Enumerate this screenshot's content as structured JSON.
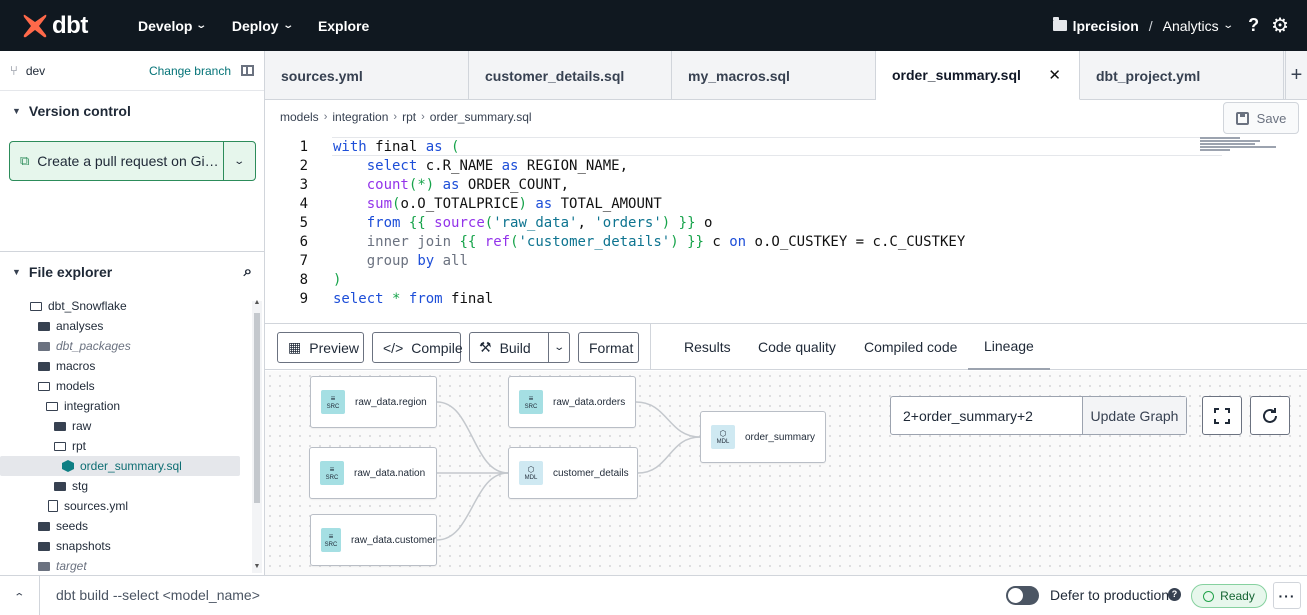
{
  "nav": {
    "logo_text": "dbt",
    "items": [
      {
        "label": "Develop",
        "has_dropdown": true
      },
      {
        "label": "Deploy",
        "has_dropdown": true
      },
      {
        "label": "Explore",
        "has_dropdown": false
      }
    ],
    "project": "lprecision",
    "environment": "Analytics",
    "help": "?",
    "colors": {
      "bg": "#101820",
      "logo": "#ff694a"
    }
  },
  "sidebar": {
    "branch": "dev",
    "change_branch": "Change branch",
    "version_control_title": "Version control",
    "pr_button": "Create a pull request on Gi…",
    "file_explorer_title": "File explorer",
    "tree": [
      {
        "label": "dbt_Snowflake",
        "type": "root",
        "indent": 0
      },
      {
        "label": "analyses",
        "type": "folder",
        "indent": 1
      },
      {
        "label": "dbt_packages",
        "type": "folder-muted",
        "indent": 1
      },
      {
        "label": "macros",
        "type": "folder",
        "indent": 1
      },
      {
        "label": "models",
        "type": "folder-open",
        "indent": 1
      },
      {
        "label": "integration",
        "type": "folder-open",
        "indent": 2
      },
      {
        "label": "raw",
        "type": "folder",
        "indent": 3
      },
      {
        "label": "rpt",
        "type": "folder-open",
        "indent": 3
      },
      {
        "label": "order_summary.sql",
        "type": "model-selected",
        "indent": 4
      },
      {
        "label": "stg",
        "type": "folder",
        "indent": 3
      },
      {
        "label": "sources.yml",
        "type": "file",
        "indent": 2
      },
      {
        "label": "seeds",
        "type": "folder",
        "indent": 1
      },
      {
        "label": "snapshots",
        "type": "folder",
        "indent": 1
      },
      {
        "label": "target",
        "type": "folder-muted",
        "indent": 1
      }
    ]
  },
  "tabs": [
    {
      "label": "sources.yml",
      "active": false
    },
    {
      "label": "customer_details.sql",
      "active": false
    },
    {
      "label": "my_macros.sql",
      "active": false
    },
    {
      "label": "order_summary.sql",
      "active": true
    },
    {
      "label": "dbt_project.yml",
      "active": false
    }
  ],
  "breadcrumb": [
    "models",
    "integration",
    "rpt",
    "order_summary.sql"
  ],
  "save_label": "Save",
  "code": {
    "line_numbers": [
      "1",
      "2",
      "3",
      "4",
      "5",
      "6",
      "7",
      "8",
      "9"
    ],
    "lines": [
      "with final as (",
      "    select c.R_NAME as REGION_NAME,",
      "    count(*) as ORDER_COUNT,",
      "    sum(o.O_TOTALPRICE) as TOTAL_AMOUNT",
      "    from {{ source('raw_data', 'orders') }} o",
      "    inner join {{ ref('customer_details') }} c on o.O_CUSTKEY = c.C_CUSTKEY",
      "    group by all",
      ")",
      "select * from final"
    ]
  },
  "toolbar": {
    "preview": "Preview",
    "compile": "Compile",
    "build": "Build",
    "format": "Format",
    "result_tabs": [
      {
        "label": "Results",
        "active": false
      },
      {
        "label": "Code quality",
        "active": false
      },
      {
        "label": "Compiled code",
        "active": false
      },
      {
        "label": "Lineage",
        "active": true
      }
    ]
  },
  "lineage": {
    "badges": {
      "src": "SRC",
      "mdl": "MDL"
    },
    "nodes": [
      {
        "id": "raw_data.region",
        "label": "raw_data.region",
        "kind": "src"
      },
      {
        "id": "raw_data.nation",
        "label": "raw_data.nation",
        "kind": "src"
      },
      {
        "id": "raw_data.customer",
        "label": "raw_data.customer",
        "kind": "src"
      },
      {
        "id": "raw_data.orders",
        "label": "raw_data.orders",
        "kind": "src"
      },
      {
        "id": "customer_details",
        "label": "customer_details",
        "kind": "mdl"
      },
      {
        "id": "order_summary",
        "label": "order_summary",
        "kind": "mdl"
      }
    ],
    "edges": [
      [
        "raw_data.region",
        "customer_details"
      ],
      [
        "raw_data.nation",
        "customer_details"
      ],
      [
        "raw_data.customer",
        "customer_details"
      ],
      [
        "raw_data.orders",
        "order_summary"
      ],
      [
        "customer_details",
        "order_summary"
      ]
    ],
    "selector": "2+order_summary+2",
    "update_label": "Update Graph"
  },
  "bottom": {
    "command_placeholder": "dbt build --select <model_name>",
    "defer_label": "Defer to production",
    "defer_on": false,
    "status": "Ready"
  }
}
